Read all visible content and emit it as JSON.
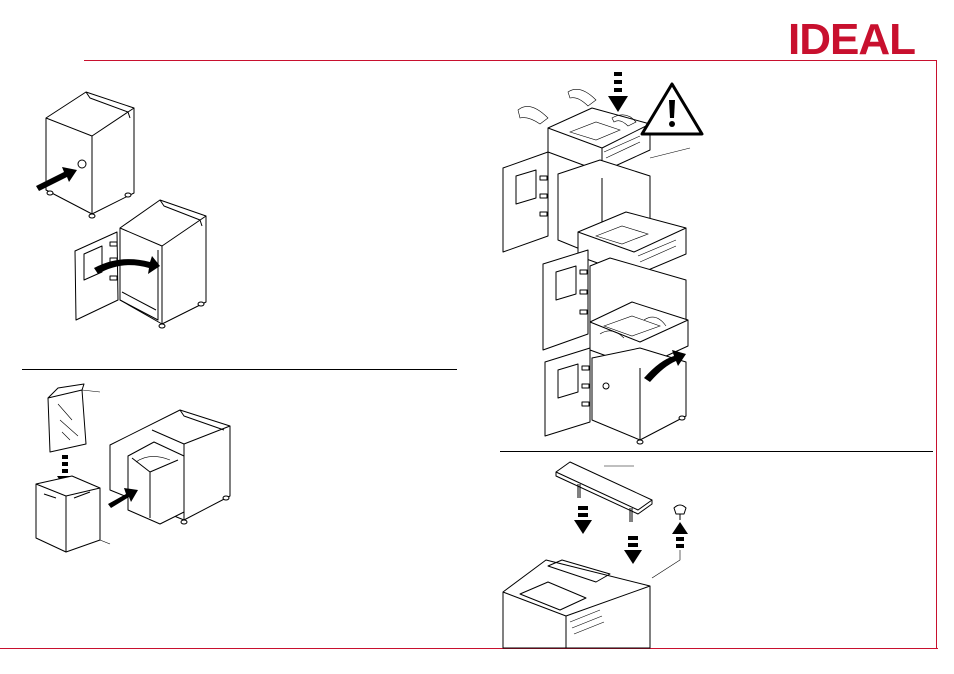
{
  "brand": {
    "logo_text": "IDEAL",
    "color": "#c8102e"
  },
  "figures": [
    {
      "id": "cabinet-door-opening",
      "icon": "cabinet-icon"
    },
    {
      "id": "bag-into-bin",
      "icon": "bag-icon"
    },
    {
      "id": "shredder-head-mounting",
      "icon": "shredder-icon"
    },
    {
      "id": "warning",
      "icon": "warning-icon"
    },
    {
      "id": "top-plate-mounting",
      "icon": "plate-icon"
    }
  ]
}
